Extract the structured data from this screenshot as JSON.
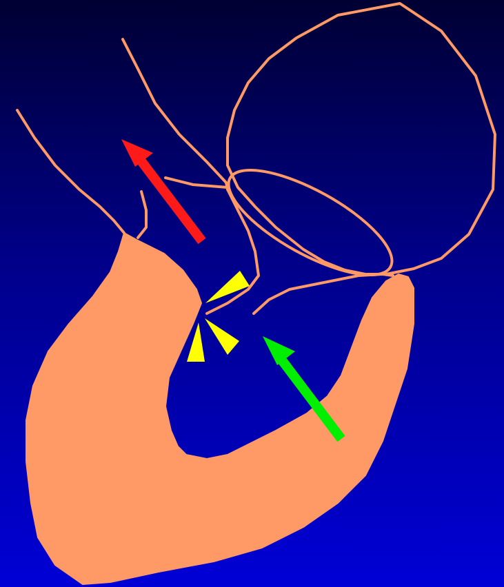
{
  "colors": {
    "background_top": "#000033",
    "background_bottom": "#0000d6",
    "outline": "#ff9966",
    "muscle_fill": "#ff9966",
    "red_arrow": "#ff1a1a",
    "green_arrow": "#00ee00",
    "yellow_marks": "#ffff00"
  },
  "shapes": [
    "curved-muscle-band",
    "atrium-circle",
    "valve-ellipse",
    "outflow-lines",
    "red-arrow",
    "green-arrow",
    "yellow-triangles"
  ]
}
